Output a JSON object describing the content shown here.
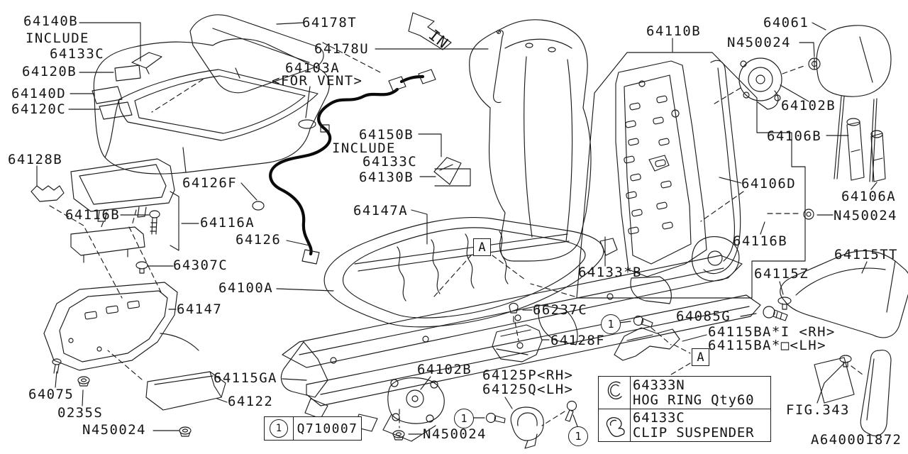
{
  "figure": {
    "figure_id": "A640001872",
    "figure_ref": "FIG.343",
    "direction_arrow": "IN",
    "section_marker": "A",
    "callout": {
      "num": "1"
    },
    "quantity_box": {
      "num": "1",
      "code": "Q710007"
    },
    "legend": {
      "rows": [
        {
          "icon": "hog-ring-icon",
          "part": "64333N",
          "desc": "HOG RING Qty60"
        },
        {
          "icon": "clip-suspender-icon",
          "part": "64133C",
          "desc": "CLIP SUSPENDER"
        }
      ]
    },
    "labels": [
      {
        "text": "64140B"
      },
      {
        "text": "INCLUDE"
      },
      {
        "text": "64133C"
      },
      {
        "text": "64120B"
      },
      {
        "text": "64140D"
      },
      {
        "text": "64120C"
      },
      {
        "text": "64128B"
      },
      {
        "text": "64116B"
      },
      {
        "text": "64116A"
      },
      {
        "text": "64126F"
      },
      {
        "text": "64126"
      },
      {
        "text": "64307C"
      },
      {
        "text": "64100A"
      },
      {
        "text": "64147"
      },
      {
        "text": "64178T"
      },
      {
        "text": "64178U"
      },
      {
        "text": "64103A"
      },
      {
        "text": "<FOR VENT>"
      },
      {
        "text": "64150B"
      },
      {
        "text": "INCLUDE"
      },
      {
        "text": "64133C"
      },
      {
        "text": "64130B"
      },
      {
        "text": "64147A"
      },
      {
        "text": "64110B"
      },
      {
        "text": "64061"
      },
      {
        "text": "N450024"
      },
      {
        "text": "64102B"
      },
      {
        "text": "64106B"
      },
      {
        "text": "64106D"
      },
      {
        "text": "64106A"
      },
      {
        "text": "N450024"
      },
      {
        "text": "64116B"
      },
      {
        "text": "64133*B"
      },
      {
        "text": "64115TT"
      },
      {
        "text": "64115Z"
      },
      {
        "text": "66237C"
      },
      {
        "text": "64128F"
      },
      {
        "text": "64085G"
      },
      {
        "text": "64115BA*I <RH>"
      },
      {
        "text": "64115BA*□<LH>"
      },
      {
        "text": "64115GA"
      },
      {
        "text": "64122"
      },
      {
        "text": "64075"
      },
      {
        "text": "0235S"
      },
      {
        "text": "N450024"
      },
      {
        "text": "64102B"
      },
      {
        "text": "64125P<RH>"
      },
      {
        "text": "64125Q<LH>"
      },
      {
        "text": "N450024"
      }
    ]
  }
}
